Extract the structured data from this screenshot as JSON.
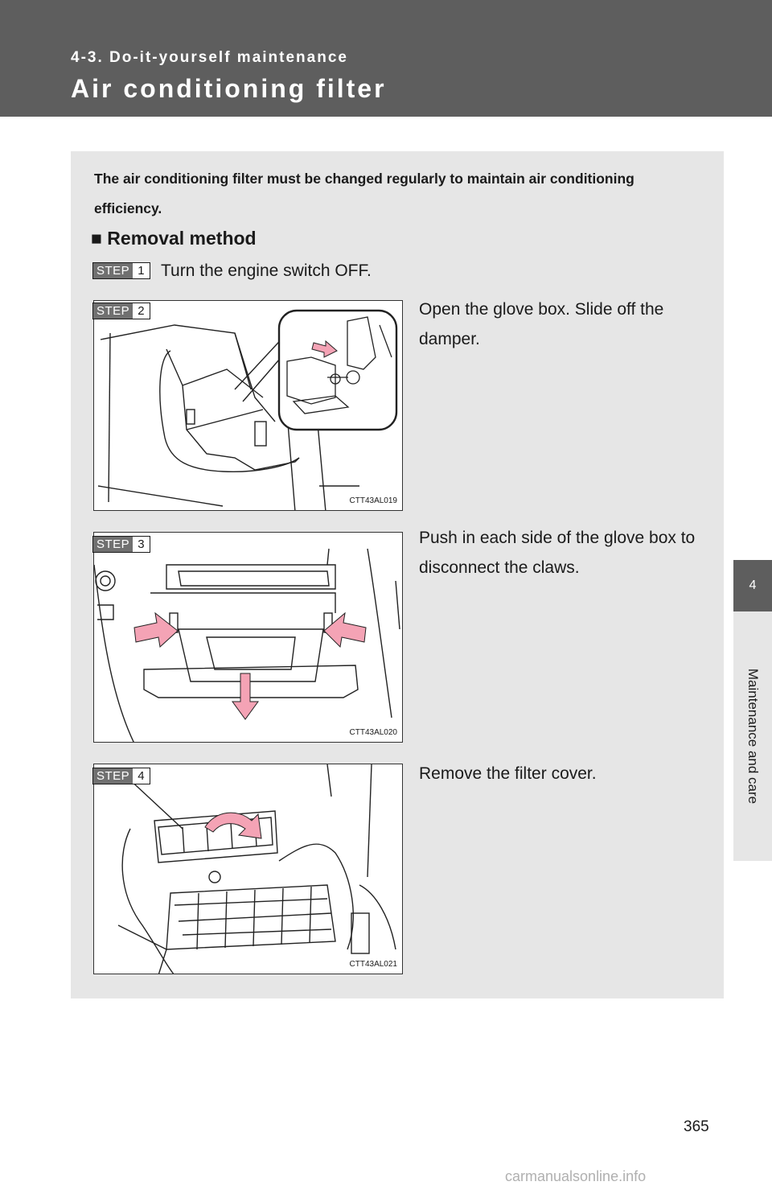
{
  "header": {
    "section": "4-3. Do-it-yourself maintenance",
    "title": "Air conditioning filter",
    "background_color": "#5e5e5e"
  },
  "side_tab": {
    "chapter_number": "4",
    "chapter_title": "Maintenance and care"
  },
  "content": {
    "intro": "The air conditioning filter must be changed regularly to maintain air conditioning efficiency.",
    "subheading": "Removal method",
    "steps": [
      {
        "label": "STEP",
        "number": "1",
        "text": "Turn the engine switch OFF."
      },
      {
        "label": "STEP",
        "number": "2",
        "text": "Open the glove box. Slide off the damper.",
        "figure_code": "CTT43AL019"
      },
      {
        "label": "STEP",
        "number": "3",
        "text": "Push in each side of the glove box to disconnect the claws.",
        "figure_code": "CTT43AL020"
      },
      {
        "label": "STEP",
        "number": "4",
        "text": "Remove the filter cover.",
        "figure_code": "CTT43AL021"
      }
    ],
    "arrow_color": "#f4a3b5"
  },
  "page_number": "365",
  "watermark": "carmanualsonline.info"
}
